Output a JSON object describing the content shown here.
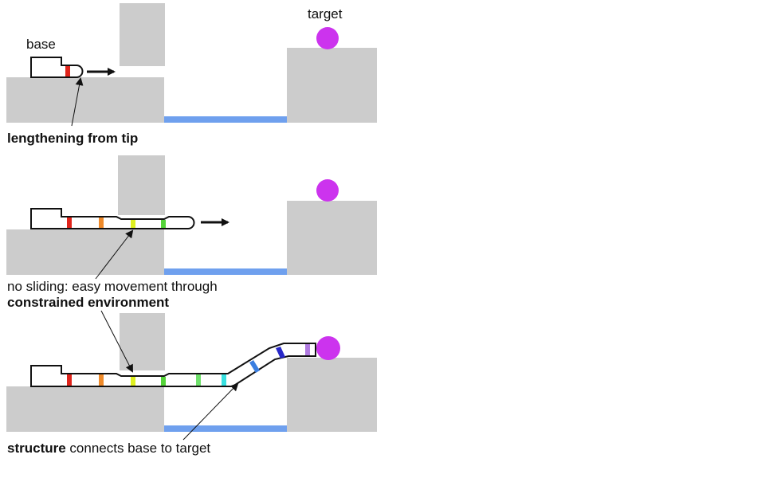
{
  "labels": {
    "base": "base",
    "target": "target",
    "panel1_caption": "lengthening from tip",
    "panel2_caption_line1": "no sliding: easy movement through",
    "panel2_caption_line2": "constrained environment",
    "panel3_caption_bold": "structure",
    "panel3_caption_rest": " connects base to target"
  },
  "colors": {
    "block": "#cccccc",
    "water": "#6fa0ee",
    "target": "#cc33ee",
    "outline": "#111111",
    "bands": {
      "red": "#e0241b",
      "orange": "#ef8a2a",
      "yellow": "#dff020",
      "green": "#55d43a",
      "lightgreen": "#6ee06a",
      "cyan": "#38e0e0",
      "blue": "#3a7ee0",
      "darkblue": "#2828c8",
      "lavender": "#b07ae0"
    }
  },
  "icons": [
    "arrow-right-icon",
    "pointer-line"
  ]
}
